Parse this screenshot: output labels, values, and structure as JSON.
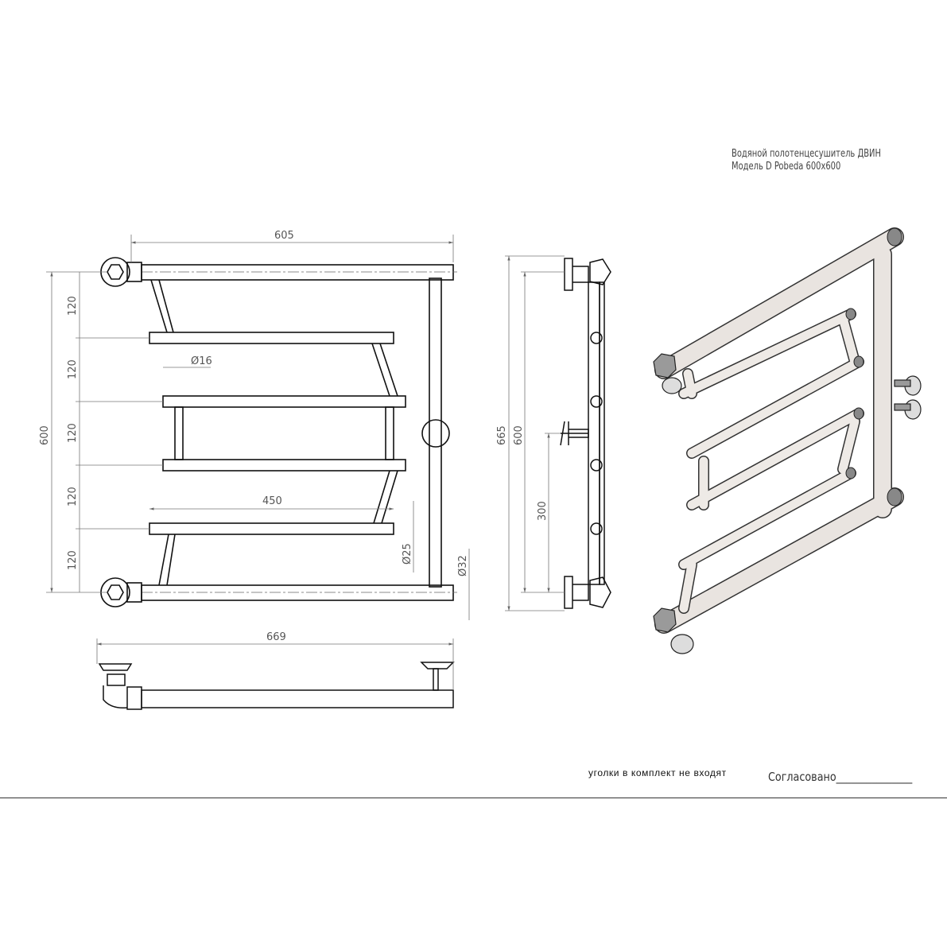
{
  "title": {
    "line1": "Водяной полотенцесушитель ДВИН",
    "line2": "Модель D Pobeda 600x600"
  },
  "front_view": {
    "dim_width": "605",
    "dim_height": "600",
    "dim_spacing": [
      "120",
      "120",
      "120",
      "120",
      "120"
    ],
    "dim_bar_diameter": "Ø16",
    "dim_bar_length": "450",
    "dim_side_diameter": "Ø25",
    "dim_rail_diameter": "Ø32"
  },
  "side_view": {
    "dim_total": "665",
    "dim_axis": "600",
    "dim_mount": "300"
  },
  "bottom_view": {
    "dim_total": "669"
  },
  "footer": {
    "note": "уголки в комплект не входят",
    "approval": "Согласовано_______________"
  }
}
